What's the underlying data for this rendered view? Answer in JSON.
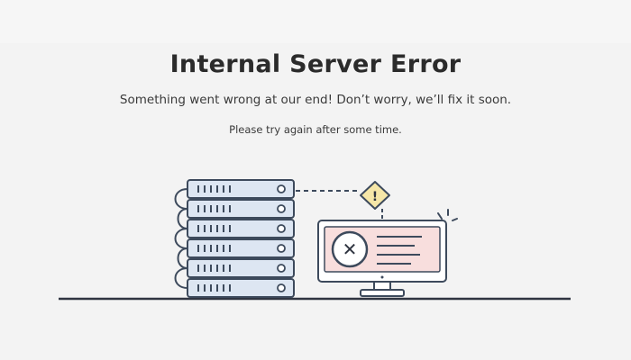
{
  "error": {
    "title": "Internal Server Error",
    "message": "Something went wrong at our end! Don’t worry, we’ll fix it soon.",
    "hint": "Please try again after some time."
  },
  "illustration": {
    "server_units": 6,
    "warning_symbol": "!",
    "error_symbol": "✕",
    "colors": {
      "background": "#f3f3f3",
      "outline": "#3d4a5c",
      "server_fill": "#dde6f2",
      "screen_fill": "#f8dedd",
      "warning_fill": "#f6e7a8",
      "ground_line": "#2f3440"
    },
    "icons": [
      "server-rack-icon",
      "warning-icon",
      "monitor-error-icon"
    ]
  }
}
